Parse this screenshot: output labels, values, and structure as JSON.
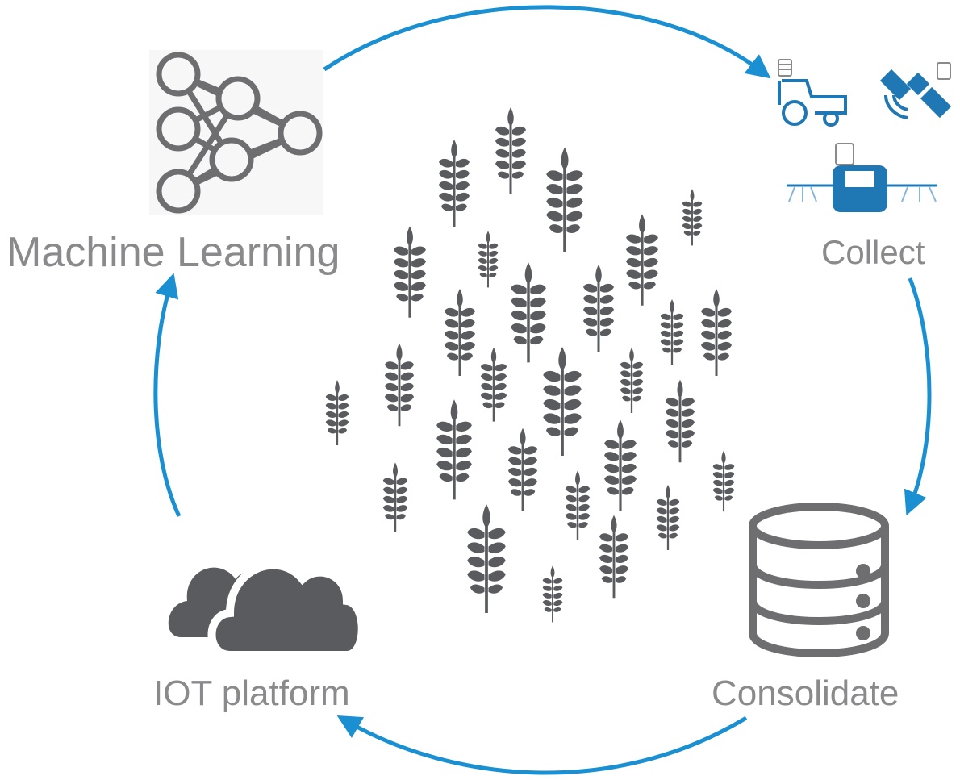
{
  "labels": {
    "machine_learning": "Machine Learning",
    "collect": "Collect",
    "consolidate": "Consolidate",
    "iot_platform": "IOT platform"
  },
  "colors": {
    "arrow": "#1a8fd1",
    "icon_dark": "#5a5b5e",
    "icon_gray": "#6e6e70",
    "label": "#8a8a8c",
    "machinery_blue": "#1f78b4"
  },
  "icons": {
    "center": "wheat-field-icon",
    "machine_learning": "neural-network-icon",
    "collect": [
      "tractor-icon",
      "satellite-icon",
      "sprayer-icon"
    ],
    "consolidate": "database-icon",
    "iot_platform": "cloud-icon"
  }
}
